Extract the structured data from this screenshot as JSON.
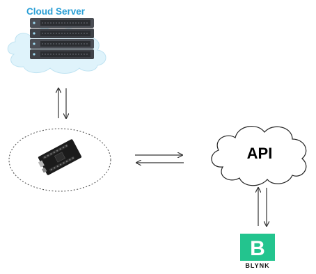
{
  "cloud_server": {
    "label": "Cloud Server",
    "label_color": "#2a9fd6"
  },
  "api": {
    "label": "API"
  },
  "blynk": {
    "logo_letter": "B",
    "label": "BLYNK",
    "brand_color": "#23c48e"
  },
  "colors": {
    "arrow": "#333333",
    "server_cloud": "#dff3fb",
    "board": "#1b1b1b"
  }
}
